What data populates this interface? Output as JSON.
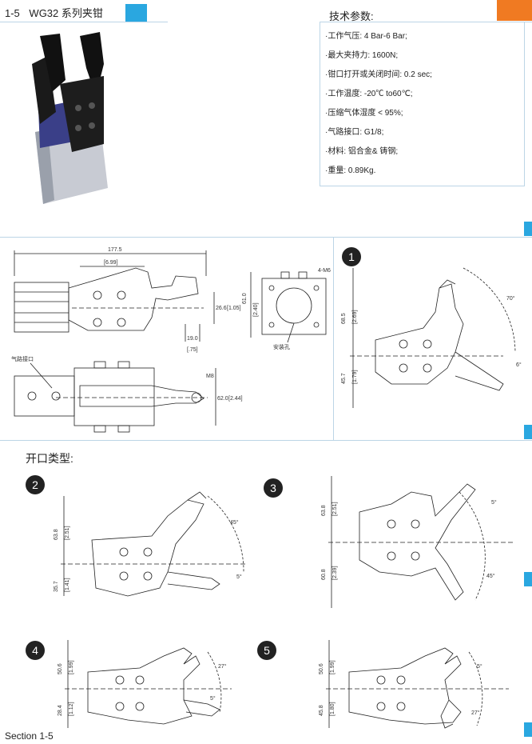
{
  "header": {
    "section_code": "1-5",
    "product": "WG32 系列夹钳"
  },
  "specs": {
    "title": "技术参数:",
    "items": [
      "·工作气压: 4 Bar-6 Bar;",
      "·最大夹持力: 1600N;",
      "·钳口打开或关闭时间: 0.2 sec;",
      "·工作温度: -20℃ to60℃;",
      "·压缩气体湿度 < 95%;",
      "·气路接口: G1/8;",
      "·材料: 铝合金& 铸钢;",
      "·重量: 0.89Kg."
    ]
  },
  "drawing_main": {
    "overall_length": "177.5",
    "overall_length_in": "[6.99]",
    "height": "26.6",
    "height_in": "[1.05]",
    "offset": "19.0",
    "offset_in": "[.75]",
    "port_label": "气路接口",
    "thread_label": "M8",
    "width_bottom": "62.0",
    "width_bottom_in": "[2.44]",
    "end_height": "61.0",
    "end_height_in": "[2.40]",
    "holes_label": "4-M6",
    "mount_label": "安装孔"
  },
  "section_label": "开口类型:",
  "variants": [
    {
      "num": "1",
      "upper": "68.5",
      "upper_in": "[2.69]",
      "lower": "45.7",
      "lower_in": "[1.79]",
      "angle_a": "70°",
      "angle_b": "6°"
    },
    {
      "num": "2",
      "upper": "63.8",
      "upper_in": "[2.51]",
      "lower": "35.7",
      "lower_in": "[1.41]",
      "angle_a": "45°",
      "angle_b": "5°"
    },
    {
      "num": "3",
      "upper": "63.8",
      "upper_in": "[2.51]",
      "lower": "60.8",
      "lower_in": "[2.39]",
      "angle_a": "5°",
      "angle_b": "45°"
    },
    {
      "num": "4",
      "upper": "50.6",
      "upper_in": "[1.99]",
      "lower": "28.4",
      "lower_in": "[1.12]",
      "angle_a": "27°",
      "angle_b": "5°"
    },
    {
      "num": "5",
      "upper": "50.6",
      "upper_in": "[1.99]",
      "lower": "45.8",
      "lower_in": "[1.80]",
      "angle_a": "5°",
      "angle_b": "27°"
    }
  ],
  "footer": "Section 1-5",
  "colors": {
    "blue": "#2aa7e0",
    "orange": "#f07a22",
    "line": "#bcd5e6"
  }
}
